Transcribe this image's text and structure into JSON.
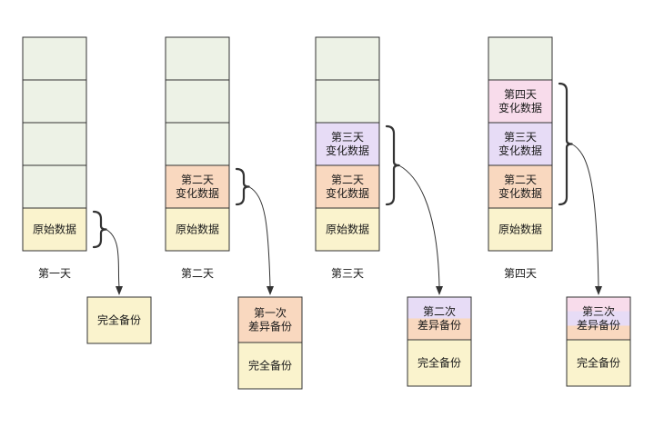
{
  "colors": {
    "empty": "#edf2e6",
    "original": "#faf3cd",
    "change_day2": "#f9d8bf",
    "change_day3": "#e7dcf6",
    "change_day4": "#f8dceb",
    "full_backup": "#faf3cd",
    "diff_backup_day3": [
      "#e7dcf6",
      "#f9d8bf"
    ],
    "diff_backup_day4": [
      "#f8dceb",
      "#e7dcf6",
      "#f9d8bf"
    ]
  },
  "days": [
    {
      "label": "第一天",
      "cells": [
        {
          "type": "empty",
          "lines": []
        },
        {
          "type": "empty",
          "lines": []
        },
        {
          "type": "empty",
          "lines": []
        },
        {
          "type": "empty",
          "lines": []
        },
        {
          "type": "original",
          "lines": [
            "原始数据"
          ]
        }
      ],
      "backup": [
        {
          "type": "full_backup",
          "lines": [
            "完全备份"
          ]
        }
      ]
    },
    {
      "label": "第二天",
      "cells": [
        {
          "type": "empty",
          "lines": []
        },
        {
          "type": "empty",
          "lines": []
        },
        {
          "type": "empty",
          "lines": []
        },
        {
          "type": "change_day2",
          "lines": [
            "第二天",
            "变化数据"
          ]
        },
        {
          "type": "original",
          "lines": [
            "原始数据"
          ]
        }
      ],
      "backup": [
        {
          "type": "change_day2",
          "lines": [
            "第一次",
            "差异备份"
          ]
        },
        {
          "type": "full_backup",
          "lines": [
            "完全备份"
          ]
        }
      ]
    },
    {
      "label": "第三天",
      "cells": [
        {
          "type": "empty",
          "lines": []
        },
        {
          "type": "empty",
          "lines": []
        },
        {
          "type": "change_day3",
          "lines": [
            "第三天",
            "变化数据"
          ]
        },
        {
          "type": "change_day2",
          "lines": [
            "第二天",
            "变化数据"
          ]
        },
        {
          "type": "original",
          "lines": [
            "原始数据"
          ]
        }
      ],
      "backup": [
        {
          "type": "diff_backup_day3",
          "lines": [
            "第二次",
            "差异备份"
          ]
        },
        {
          "type": "full_backup",
          "lines": [
            "完全备份"
          ]
        }
      ]
    },
    {
      "label": "第四天",
      "cells": [
        {
          "type": "empty",
          "lines": []
        },
        {
          "type": "change_day4",
          "lines": [
            "第四天",
            "变化数据"
          ]
        },
        {
          "type": "change_day3",
          "lines": [
            "第三天",
            "变化数据"
          ]
        },
        {
          "type": "change_day2",
          "lines": [
            "第二天",
            "变化数据"
          ]
        },
        {
          "type": "original",
          "lines": [
            "原始数据"
          ]
        }
      ],
      "backup": [
        {
          "type": "diff_backup_day4",
          "lines": [
            "第三次",
            "差异备份"
          ]
        },
        {
          "type": "full_backup",
          "lines": [
            "完全备份"
          ]
        }
      ]
    }
  ]
}
